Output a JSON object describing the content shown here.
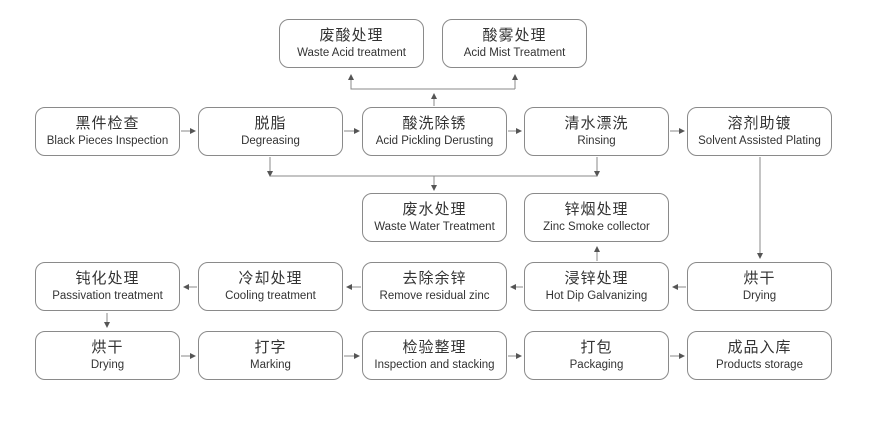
{
  "steps": {
    "waste_acid": {
      "zh": "废酸处理",
      "en": "Waste Acid treatment"
    },
    "acid_mist": {
      "zh": "酸雾处理",
      "en": "Acid Mist Treatment"
    },
    "black_inspection": {
      "zh": "黑件检查",
      "en": "Black Pieces Inspection"
    },
    "degreasing": {
      "zh": "脱脂",
      "en": "Degreasing"
    },
    "acid_pickling": {
      "zh": "酸洗除锈",
      "en": "Acid Pickling Derusting"
    },
    "rinsing": {
      "zh": "清水漂洗",
      "en": "Rinsing"
    },
    "solvent_plating": {
      "zh": "溶剂助镀",
      "en": "Solvent Assisted Plating"
    },
    "waste_water": {
      "zh": "废水处理",
      "en": "Waste Water Treatment"
    },
    "zinc_smoke": {
      "zh": "锌烟处理",
      "en": "Zinc Smoke collector"
    },
    "passivation": {
      "zh": "钝化处理",
      "en": "Passivation treatment"
    },
    "cooling": {
      "zh": "冷却处理",
      "en": "Cooling treatment"
    },
    "remove_zinc": {
      "zh": "去除余锌",
      "en": "Remove residual zinc"
    },
    "galvanizing": {
      "zh": "浸锌处理",
      "en": "Hot Dip Galvanizing"
    },
    "drying1": {
      "zh": "烘干",
      "en": "Drying"
    },
    "drying2": {
      "zh": "烘干",
      "en": "Drying"
    },
    "marking": {
      "zh": "打字",
      "en": "Marking"
    },
    "inspection_stacking": {
      "zh": "检验整理",
      "en": "Inspection and stacking"
    },
    "packaging": {
      "zh": "打包",
      "en": "Packaging"
    },
    "storage": {
      "zh": "成品入库",
      "en": "Products storage"
    }
  },
  "colors": {
    "line": "#777777",
    "border": "#8a8a8a",
    "text": "#333333"
  }
}
